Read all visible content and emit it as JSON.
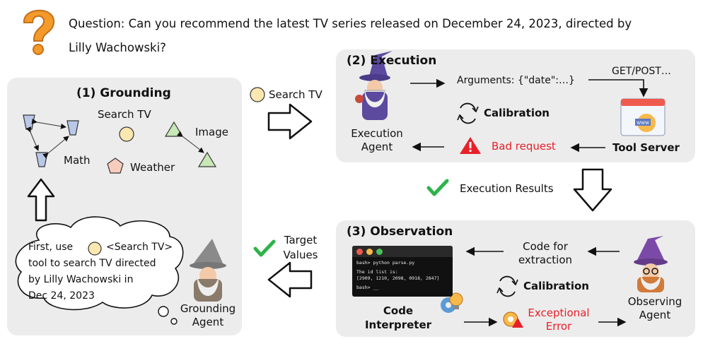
{
  "question": {
    "line1": "Question: Can you recommend the latest TV series released on December 24, 2023, directed by",
    "line2": "Lilly Wachowski?"
  },
  "grounding": {
    "title": "(1) Grounding",
    "tools": {
      "search_tv": "Search TV",
      "image": "Image",
      "math": "Math",
      "weather": "Weather"
    },
    "thought": {
      "line1_a": "First, use",
      "line1_b": "<Search TV>",
      "line2": "tool to search TV directed",
      "line3": "by Lilly Wachowski in",
      "line4": "Dec 24,  2023"
    },
    "agent": {
      "line1": "Grounding",
      "line2": "Agent"
    }
  },
  "middle": {
    "search_tv": "Search TV",
    "target_values": {
      "line1": "Target",
      "line2": "Values"
    }
  },
  "execution": {
    "title": "(2) Execution",
    "arguments": "Arguments: {\"date\":…}",
    "get_post": "GET/POST…",
    "calibration": "Calibration",
    "bad_request": "Bad request",
    "tool_server": "Tool Server",
    "agent": {
      "line1": "Execution",
      "line2": "Agent"
    }
  },
  "execution_results": "Execution Results",
  "observation": {
    "title": "(3) Observation",
    "code_for": "Code for",
    "extraction": "extraction",
    "calibration": "Calibration",
    "exceptional": "Exceptional",
    "error": "Error",
    "interpreter": {
      "line1": "Code",
      "line2": "Interpreter"
    },
    "agent": {
      "line1": "Observing",
      "line2": "Agent"
    },
    "terminal": {
      "line1": "bash> python parse.py",
      "line2": "The id list is:",
      "line3": "[2909, 1210, 2098, 0918, 2847]",
      "line4": "bash> __"
    }
  },
  "colors": {
    "panel": "#ececec",
    "error_red": "#e8202a",
    "check_green": "#2db34a",
    "question_orange": "#f39a2b",
    "wizard_purple": "#5b4a9e"
  }
}
